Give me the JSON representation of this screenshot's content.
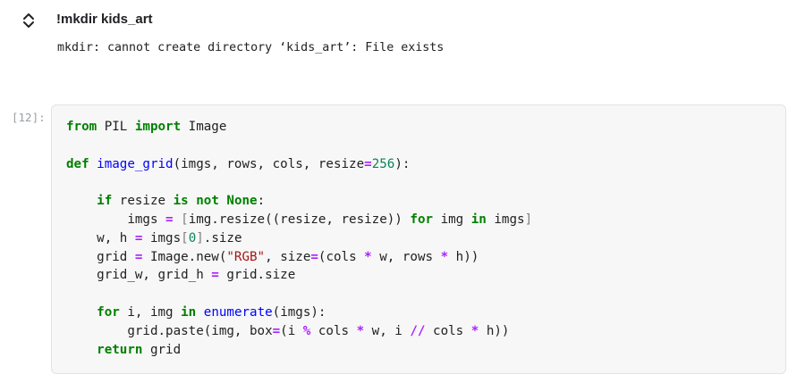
{
  "header": {
    "chevron_icon": "chevron-up-down-icon",
    "title": "!mkdir kids_art",
    "output": "mkdir: cannot create directory ‘kids_art’: File exists"
  },
  "cell": {
    "execution_count": "[12]:",
    "code_lines": [
      [
        {
          "t": "from",
          "c": "kw"
        },
        {
          "t": " PIL "
        },
        {
          "t": "import",
          "c": "kw"
        },
        {
          "t": " Image"
        }
      ],
      [],
      [
        {
          "t": "def",
          "c": "kw"
        },
        {
          "t": " "
        },
        {
          "t": "image_grid",
          "c": "fn"
        },
        {
          "t": "(imgs, rows, cols, resize"
        },
        {
          "t": "=",
          "c": "op"
        },
        {
          "t": "256",
          "c": "num"
        },
        {
          "t": "):"
        }
      ],
      [],
      [
        {
          "t": "    "
        },
        {
          "t": "if",
          "c": "kw"
        },
        {
          "t": " resize "
        },
        {
          "t": "is",
          "c": "kw"
        },
        {
          "t": " "
        },
        {
          "t": "not",
          "c": "kw"
        },
        {
          "t": " "
        },
        {
          "t": "None",
          "c": "kw"
        },
        {
          "t": ":"
        }
      ],
      [
        {
          "t": "        imgs "
        },
        {
          "t": "=",
          "c": "op"
        },
        {
          "t": " "
        },
        {
          "t": "[",
          "c": "br"
        },
        {
          "t": "img.resize((resize, resize)) "
        },
        {
          "t": "for",
          "c": "kw"
        },
        {
          "t": " img "
        },
        {
          "t": "in",
          "c": "kw"
        },
        {
          "t": " imgs"
        },
        {
          "t": "]",
          "c": "br"
        }
      ],
      [
        {
          "t": "    w, h "
        },
        {
          "t": "=",
          "c": "op"
        },
        {
          "t": " imgs"
        },
        {
          "t": "[",
          "c": "br"
        },
        {
          "t": "0",
          "c": "num"
        },
        {
          "t": "]",
          "c": "br"
        },
        {
          "t": ".size"
        }
      ],
      [
        {
          "t": "    grid "
        },
        {
          "t": "=",
          "c": "op"
        },
        {
          "t": " Image.new("
        },
        {
          "t": "\"RGB\"",
          "c": "str"
        },
        {
          "t": ", size"
        },
        {
          "t": "=",
          "c": "op"
        },
        {
          "t": "(cols "
        },
        {
          "t": "*",
          "c": "op"
        },
        {
          "t": " w, rows "
        },
        {
          "t": "*",
          "c": "op"
        },
        {
          "t": " h))"
        }
      ],
      [
        {
          "t": "    grid_w, grid_h "
        },
        {
          "t": "=",
          "c": "op"
        },
        {
          "t": " grid.size"
        }
      ],
      [],
      [
        {
          "t": "    "
        },
        {
          "t": "for",
          "c": "kw"
        },
        {
          "t": " i, img "
        },
        {
          "t": "in",
          "c": "kw"
        },
        {
          "t": " "
        },
        {
          "t": "enumerate",
          "c": "fn"
        },
        {
          "t": "(imgs):"
        }
      ],
      [
        {
          "t": "        grid.paste(img, box"
        },
        {
          "t": "=",
          "c": "op"
        },
        {
          "t": "(i "
        },
        {
          "t": "%",
          "c": "op"
        },
        {
          "t": " cols "
        },
        {
          "t": "*",
          "c": "op"
        },
        {
          "t": " w, i "
        },
        {
          "t": "//",
          "c": "op"
        },
        {
          "t": " cols "
        },
        {
          "t": "*",
          "c": "op"
        },
        {
          "t": " h))"
        }
      ],
      [
        {
          "t": "    "
        },
        {
          "t": "return",
          "c": "kw"
        },
        {
          "t": " grid"
        }
      ]
    ]
  }
}
